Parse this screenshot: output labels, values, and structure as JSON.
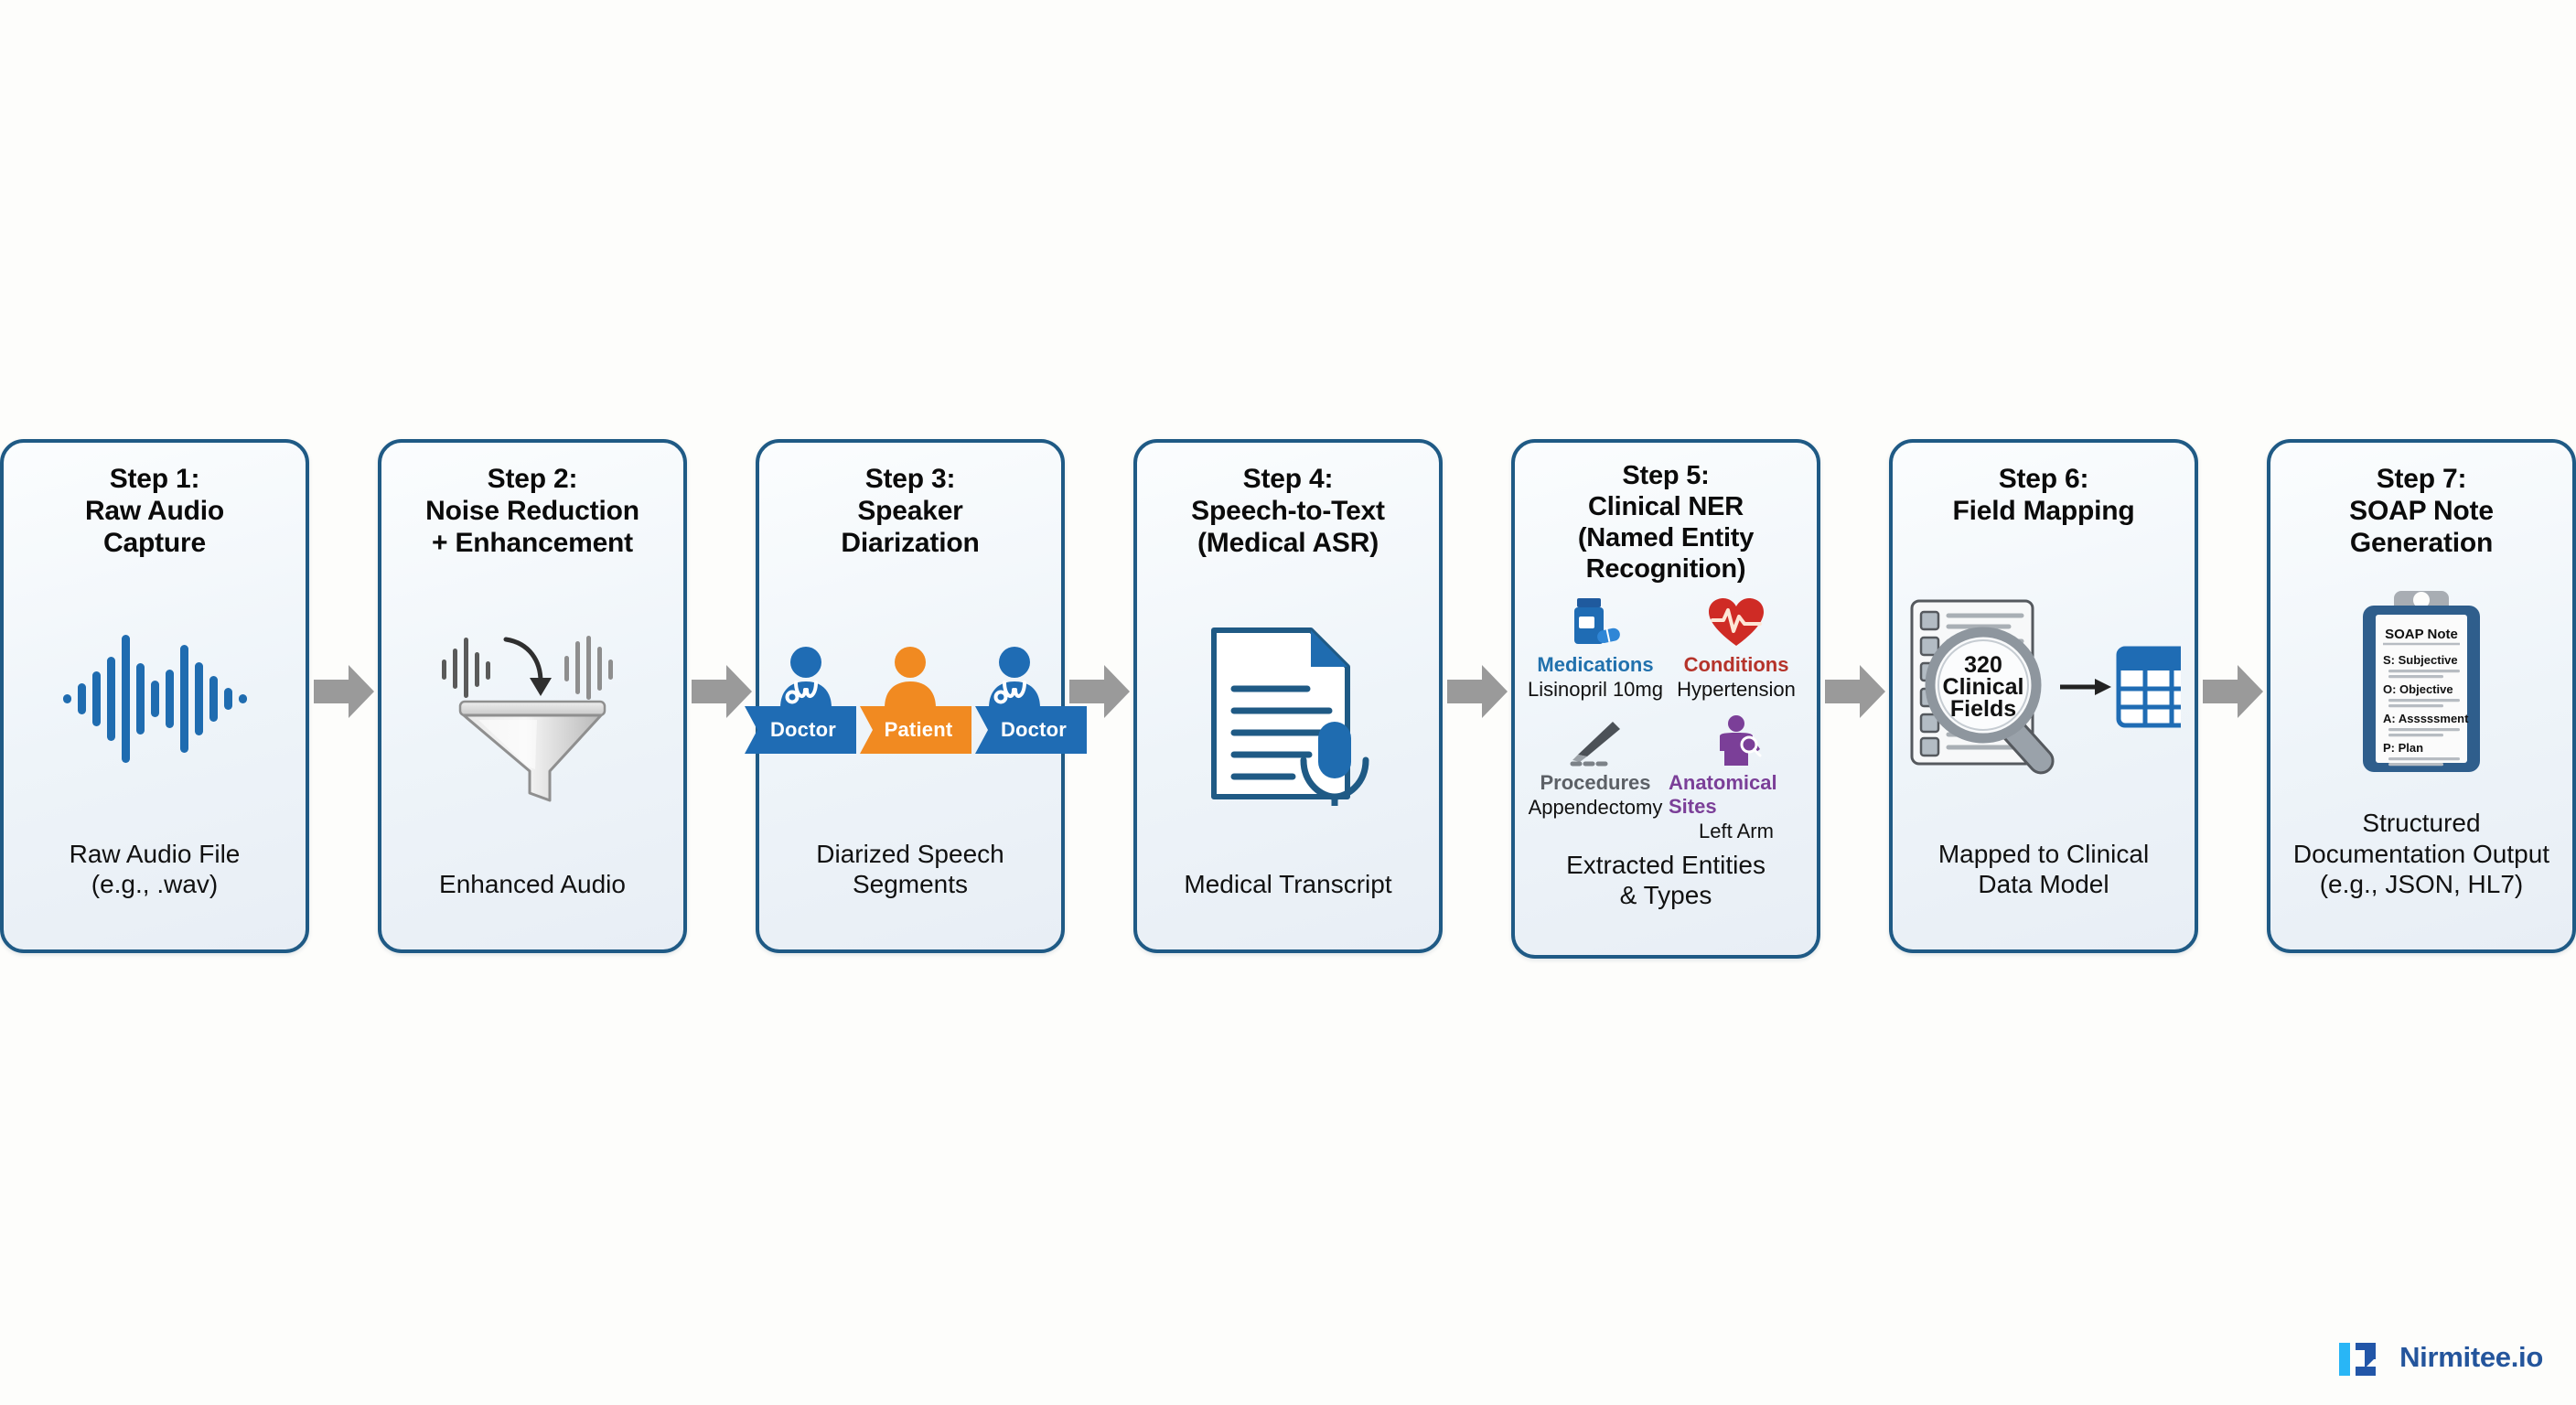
{
  "background_color": "#fdfdfb",
  "theme": {
    "box_border": "#1f5a85",
    "arrow_gray": "#9a9a9a",
    "accent_blue": "#1f6cb0",
    "accent_orange": "#f18a21",
    "med_blue": "#2171ad",
    "cond_red": "#b5332a",
    "proc_gray": "#5c6066",
    "anat_purple": "#7b3f98",
    "logo_dark": "#24559c",
    "logo_light": "#29b6f6"
  },
  "steps": [
    {
      "id": "step-1",
      "title": "Step 1:\nRaw Audio\nCapture",
      "caption": "Raw Audio File\n(e.g., .wav)",
      "icon": "audio-waveform-icon"
    },
    {
      "id": "step-2",
      "title": "Step 2:\nNoise Reduction\n+ Enhancement",
      "caption": "Enhanced Audio",
      "icon": "noise-funnel-icon"
    },
    {
      "id": "step-3",
      "title": "Step 3:\nSpeaker\nDiarization",
      "caption": "Diarized Speech\nSegments",
      "icon": "speaker-diarization-icon",
      "speakers": [
        {
          "label": "Doctor",
          "role": "doctor",
          "color": "#1f6cb4"
        },
        {
          "label": "Patient",
          "role": "patient",
          "color": "#f18a21"
        },
        {
          "label": "Doctor",
          "role": "doctor",
          "color": "#1f6cb4"
        }
      ]
    },
    {
      "id": "step-4",
      "title": "Step 4:\nSpeech-to-Text\n(Medical ASR)",
      "caption": "Medical Transcript",
      "icon": "document-microphone-icon"
    },
    {
      "id": "step-5",
      "title": "Step 5:\nClinical NER\n(Named Entity\nRecognition)",
      "caption": "Extracted Entities\n& Types",
      "icon": "clinical-ner-icon",
      "entities": [
        {
          "type": "Medications",
          "value": "Lisinopril 10mg",
          "color": "#2171ad",
          "icon": "pill-bottle-icon"
        },
        {
          "type": "Conditions",
          "value": "Hypertension",
          "color": "#b5332a",
          "icon": "heart-pulse-icon"
        },
        {
          "type": "Procedures",
          "value": "Appendectomy",
          "color": "#5c6066",
          "icon": "scalpel-icon"
        },
        {
          "type": "Anatomical Sites",
          "value": "Left Arm",
          "color": "#7b3f98",
          "icon": "body-site-icon"
        }
      ]
    },
    {
      "id": "step-6",
      "title": "Step 6:\nField Mapping",
      "caption": "Mapped to Clinical\nData Model",
      "icon": "field-mapping-icon",
      "magnifier": {
        "count": "320",
        "line2": "Clinical",
        "line3": "Fields"
      }
    },
    {
      "id": "step-7",
      "title": "Step 7:\nSOAP Note\nGeneration",
      "caption": "Structured\nDocumentation Output\n(e.g., JSON, HL7)",
      "icon": "soap-clipboard-icon",
      "soap_note": {
        "heading": "SOAP Note",
        "lines": [
          "S: Subjective",
          "O: Objective",
          "A: Asssssment",
          "P: Plan"
        ]
      }
    }
  ],
  "connectors": [
    {
      "name": "arrow-1-2"
    },
    {
      "name": "arrow-2-3"
    },
    {
      "name": "arrow-3-4"
    },
    {
      "name": "arrow-4-5"
    },
    {
      "name": "arrow-5-6"
    },
    {
      "name": "arrow-6-7"
    }
  ],
  "footer": {
    "brand": "Nirmitee.io"
  }
}
